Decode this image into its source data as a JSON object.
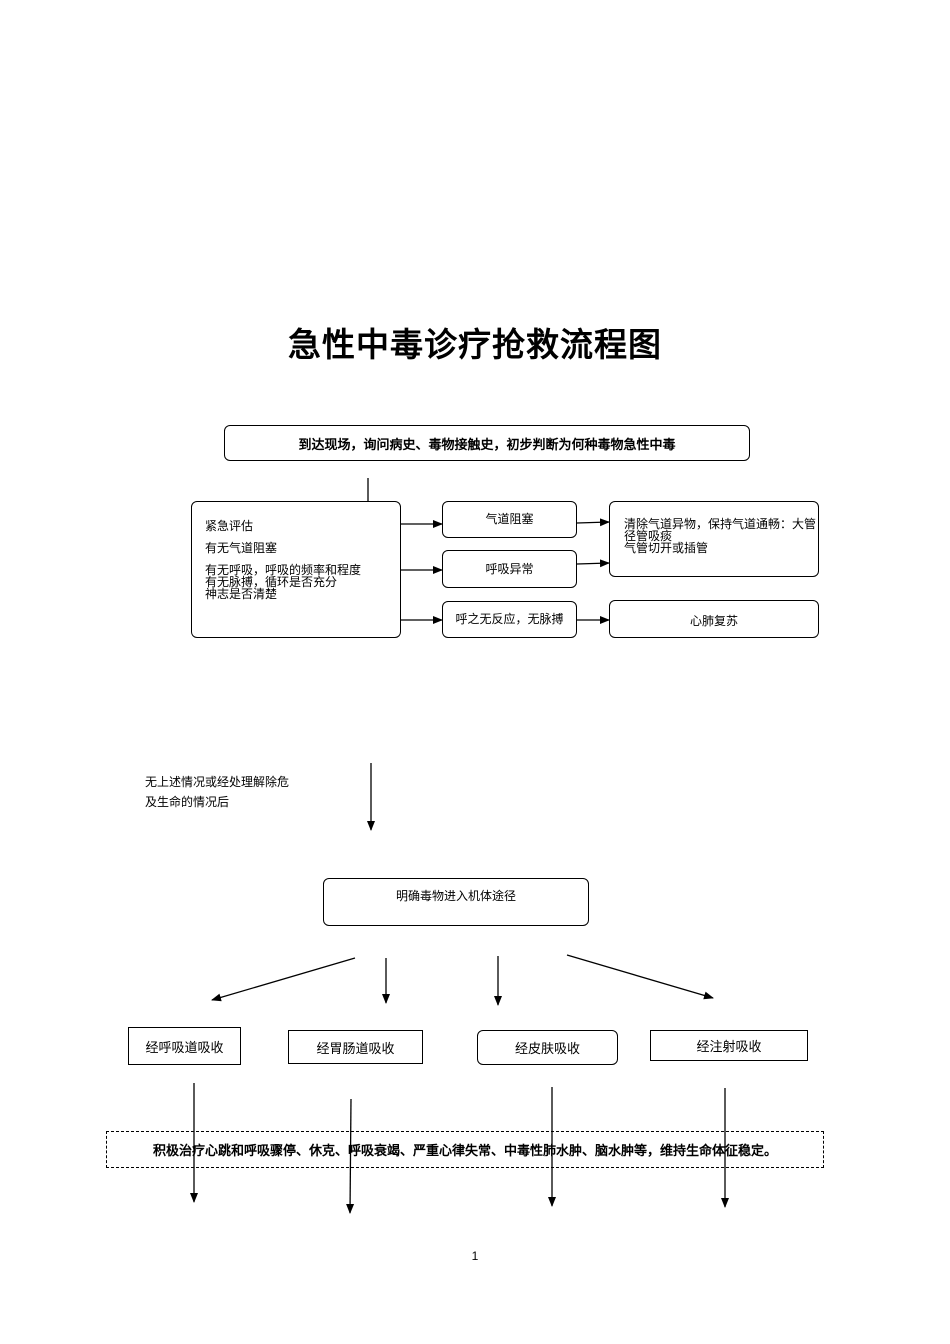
{
  "title": "急性中毒诊疗抢救流程图",
  "step1": "到达现场，询问病史、毒物接触史，初步判断为何种毒物急性中毒",
  "assessment": {
    "heading": "紧急评估",
    "line1": "有无气道阻塞",
    "line2": "有无呼吸，呼吸的频率和程度",
    "line3": "有无脉搏，循环是否充分",
    "line4": "神志是否清楚"
  },
  "conditions": {
    "airway": "气道阻塞",
    "breathing": "呼吸异常",
    "noresponse": "呼之无反应，无脉搏"
  },
  "actions": {
    "airway_line1": "清除气道异物，保持气道通畅：大管",
    "airway_line2": "径管吸痰",
    "airway_line3": "气管切开或插管",
    "cpr": "心肺复苏"
  },
  "note": {
    "line1": "无上述情况或经处理解除危",
    "line2": "及生命的情况后"
  },
  "route": "明确毒物进入机体途径",
  "routes": [
    "经呼吸道吸收",
    "经胃肠道吸收",
    "经皮肤吸收",
    "经注射吸收"
  ],
  "treatment": "积极治疗心跳和呼吸骤停、休克、呼吸衰竭、严重心律失常、中毒性肺水肿、脑水肿等，维持生命体征稳定。",
  "page_number": "1"
}
